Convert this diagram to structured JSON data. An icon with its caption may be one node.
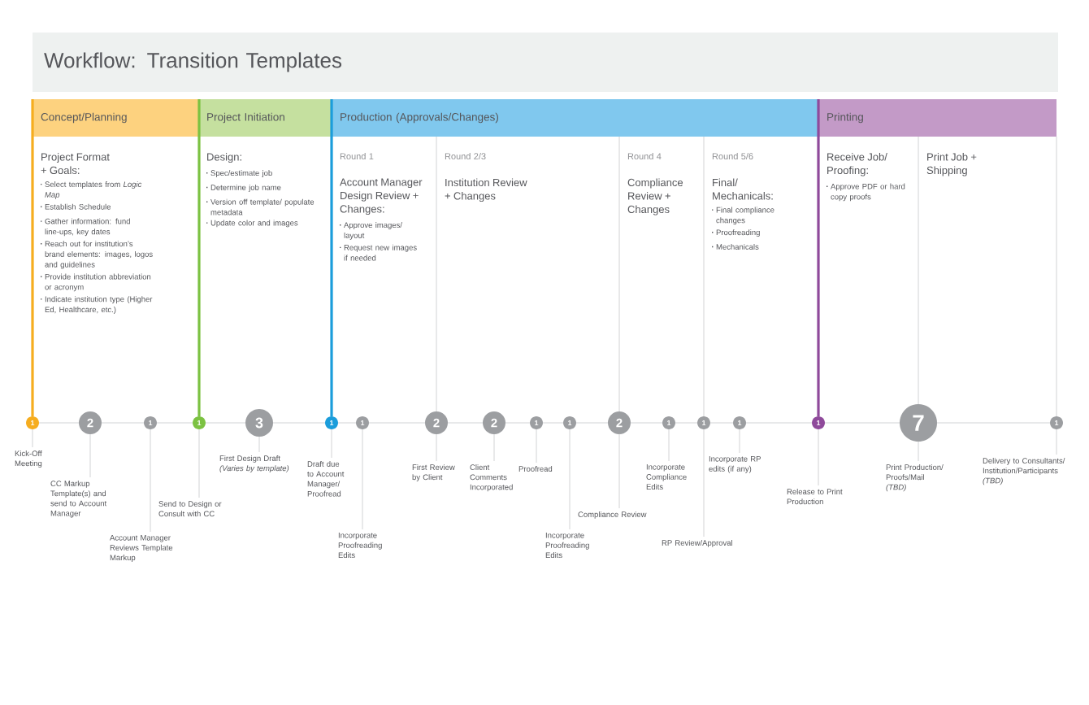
{
  "diagram": {
    "title": "Workflow: Transition Templates",
    "nodes": [
      {
        "text": [
          "Concept/Planning"
        ]
      },
      {
        "text": [
          "Project Initiation"
        ]
      },
      {
        "text": [
          "Production (Approvals/Changes)"
        ]
      },
      {
        "text": [
          "Printing"
        ]
      },
      {
        "text": [
          "Project Format + Goals:",
          "Select templates from *Logic Map*",
          "Establish Schedule",
          "Gather information: fund line-ups, key dates",
          "Reach out for institution’s brand elements: images, logos and guidelines",
          "Provide institution abbreviation or acronym",
          "Indicate institution type (Higher Ed, Healthcare, etc.)"
        ]
      },
      {
        "text": [
          "Design:",
          "Spec/estimate job",
          "Determine job name",
          "Version off template/ populate metadata",
          "Update color and images"
        ]
      },
      {
        "text": [
          "Round 1",
          "Account Manager Design Review + Changes:",
          "Approve images/ layout",
          "Request new images if needed"
        ]
      },
      {
        "text": [
          "Round 2/3",
          "Institution Review + Changes"
        ]
      },
      {
        "text": [
          "Round 4",
          "Compliance Review + Changes"
        ]
      },
      {
        "text": [
          "Round 5/6",
          "Final/ Mechanicals:",
          "Final compliance changes",
          "Proofreading",
          "Mechanicals"
        ]
      },
      {
        "text": [
          "Receive Job/ Proofing:",
          "Approve PDF or hard copy proofs"
        ]
      },
      {
        "text": [
          "Print Job + Shipping"
        ]
      },
      {
        "text": [
          "1"
        ]
      },
      {
        "text": [
          "2"
        ]
      },
      {
        "text": [
          "1"
        ]
      },
      {
        "text": [
          "1"
        ]
      },
      {
        "text": [
          "3"
        ]
      },
      {
        "text": [
          "1"
        ]
      },
      {
        "text": [
          "1"
        ]
      },
      {
        "text": [
          "2"
        ]
      },
      {
        "text": [
          "2"
        ]
      },
      {
        "text": [
          "1"
        ]
      },
      {
        "text": [
          "1"
        ]
      },
      {
        "text": [
          "2"
        ]
      },
      {
        "text": [
          "1"
        ]
      },
      {
        "text": [
          "1"
        ]
      },
      {
        "text": [
          "1"
        ]
      },
      {
        "text": [
          "1"
        ]
      },
      {
        "text": [
          "7"
        ]
      },
      {
        "text": [
          "1"
        ]
      },
      {
        "text": [
          "Kick-Off Meeting"
        ]
      },
      {
        "text": [
          "CC Markup Template(s) and send to Account Manager"
        ]
      },
      {
        "text": [
          "Account Manager Reviews Template Markup"
        ]
      },
      {
        "text": [
          "Send to Design or Consult with CC"
        ]
      },
      {
        "text": [
          "First Design Draft",
          "(Varies by template)"
        ]
      },
      {
        "text": [
          "Draft due to Account Manager/ Proofread"
        ]
      },
      {
        "text": [
          "Incorporate Proofreading Edits"
        ]
      },
      {
        "text": [
          "First Review by Client"
        ]
      },
      {
        "text": [
          "Client Comments Incorporated"
        ]
      },
      {
        "text": [
          "Proofread"
        ]
      },
      {
        "text": [
          "Incorporate Proofreading Edits"
        ]
      },
      {
        "text": [
          "Compliance Review"
        ]
      },
      {
        "text": [
          "Incorporate Compliance Edits"
        ]
      },
      {
        "text": [
          "RP Review/Approval"
        ]
      },
      {
        "text": [
          "Incorporate RP edits (if any)"
        ]
      },
      {
        "text": [
          "Release to Print Production"
        ]
      },
      {
        "text": [
          "Print Production/ Proofs/Mail",
          "(TBD)"
        ]
      },
      {
        "text": [
          "Delivery to Consultants/ Institution/Participants",
          "(TBD)"
        ]
      }
    ],
    "edges": [
      {
        "from": 12,
        "to": 13,
        "arrow": "none"
      },
      {
        "from": 13,
        "to": 14,
        "arrow": "none"
      },
      {
        "from": 14,
        "to": 15,
        "arrow": "none"
      },
      {
        "from": 15,
        "to": 16,
        "arrow": "none"
      },
      {
        "from": 16,
        "to": 17,
        "arrow": "none"
      },
      {
        "from": 17,
        "to": 18,
        "arrow": "none"
      },
      {
        "from": 18,
        "to": 19,
        "arrow": "none"
      },
      {
        "from": 19,
        "to": 20,
        "arrow": "none"
      },
      {
        "from": 20,
        "to": 21,
        "arrow": "none"
      },
      {
        "from": 21,
        "to": 22,
        "arrow": "none"
      },
      {
        "from": 22,
        "to": 23,
        "arrow": "none"
      },
      {
        "from": 23,
        "to": 24,
        "arrow": "none"
      },
      {
        "from": 24,
        "to": 25,
        "arrow": "none"
      },
      {
        "from": 25,
        "to": 26,
        "arrow": "none"
      },
      {
        "from": 26,
        "to": 27,
        "arrow": "none"
      },
      {
        "from": 27,
        "to": 28,
        "arrow": "none"
      },
      {
        "from": 28,
        "to": 29,
        "arrow": "none"
      },
      {
        "from": 0,
        "to": 12,
        "arrow": "none",
        "style": "thick",
        "color": "#f6ad1f"
      },
      {
        "from": 1,
        "to": 15,
        "arrow": "none",
        "style": "thick",
        "color": "#7cc242"
      },
      {
        "from": 2,
        "to": 17,
        "arrow": "none",
        "style": "thick",
        "color": "#1b9ddb"
      },
      {
        "from": 3,
        "to": 27,
        "arrow": "none",
        "style": "thick",
        "color": "#8f4a9b"
      },
      {
        "from": 2,
        "to": 19,
        "arrow": "none"
      },
      {
        "from": 2,
        "to": 23,
        "arrow": "none"
      },
      {
        "from": 2,
        "to": 25,
        "arrow": "none"
      },
      {
        "from": 3,
        "to": 28,
        "arrow": "none"
      },
      {
        "from": 3,
        "to": 29,
        "arrow": "none"
      },
      {
        "from": 12,
        "to": 30,
        "arrow": "none"
      },
      {
        "from": 13,
        "to": 31,
        "arrow": "none"
      },
      {
        "from": 14,
        "to": 32,
        "arrow": "none"
      },
      {
        "from": 15,
        "to": 33,
        "arrow": "none"
      },
      {
        "from": 16,
        "to": 34,
        "arrow": "none"
      },
      {
        "from": 17,
        "to": 35,
        "arrow": "none"
      },
      {
        "from": 18,
        "to": 36,
        "arrow": "none"
      },
      {
        "from": 19,
        "to": 37,
        "arrow": "none"
      },
      {
        "from": 20,
        "to": 38,
        "arrow": "none"
      },
      {
        "from": 21,
        "to": 39,
        "arrow": "none"
      },
      {
        "from": 22,
        "to": 40,
        "arrow": "none"
      },
      {
        "from": 23,
        "to": 41,
        "arrow": "none"
      },
      {
        "from": 24,
        "to": 42,
        "arrow": "none"
      },
      {
        "from": 25,
        "to": 43,
        "arrow": "none"
      },
      {
        "from": 26,
        "to": 44,
        "arrow": "none"
      },
      {
        "from": 27,
        "to": 45,
        "arrow": "none"
      },
      {
        "from": 28,
        "to": 46,
        "arrow": "none"
      },
      {
        "from": 29,
        "to": 47,
        "arrow": "none"
      }
    ]
  }
}
